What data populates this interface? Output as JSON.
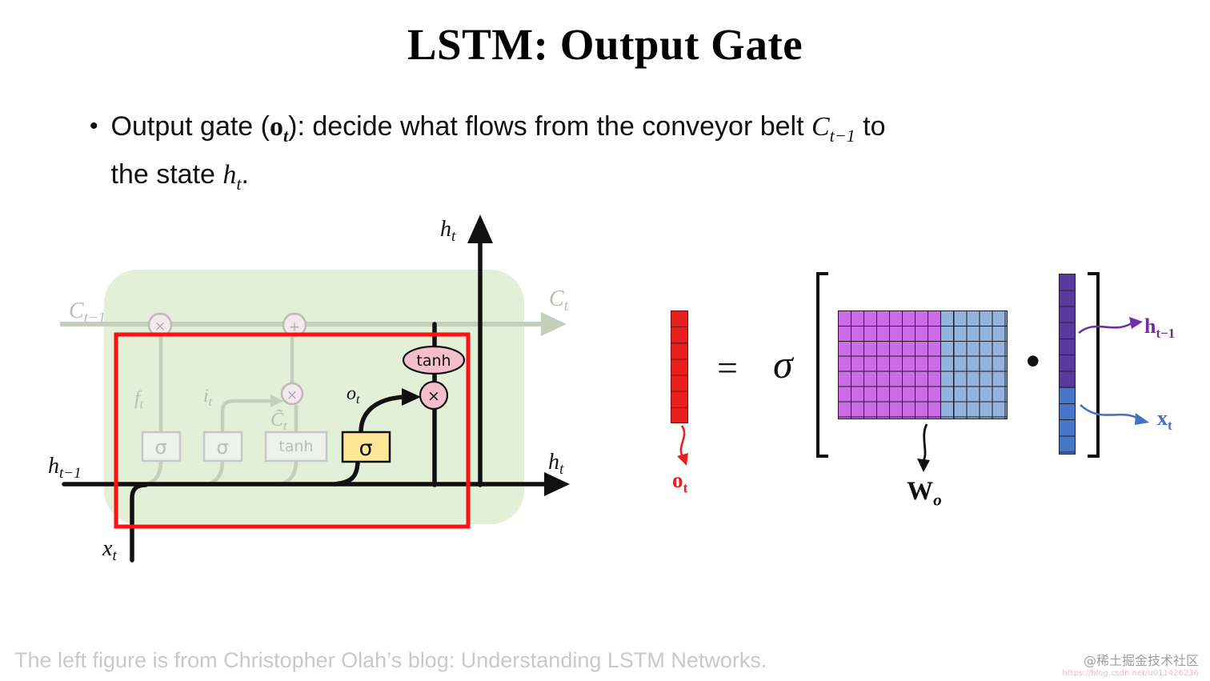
{
  "title": "LSTM: Output Gate",
  "bullet": {
    "marker": "•",
    "t1": "Output gate (",
    "o": "o",
    "o_sub": "t",
    "t2": "): decide what flows from the conveyor belt ",
    "C": "C",
    "C_sub": "t−1",
    "t3": " to",
    "t4": "the state ",
    "h": "h",
    "h_sub": "t",
    "t5": "."
  },
  "diagram": {
    "h_top": "h",
    "h_top_sub": "t",
    "C_prev": "C",
    "C_prev_sub": "t−1",
    "C_next": "C",
    "C_next_sub": "t",
    "f": "f",
    "f_sub": "t",
    "i": "i",
    "i_sub": "t",
    "C_tilde": "C̃",
    "C_tilde_sub": "t",
    "o": "o",
    "o_sub": "t",
    "h_prev": "h",
    "h_prev_sub": "t−1",
    "h_right": "h",
    "h_right_sub": "t",
    "x_in": "x",
    "x_in_sub": "t",
    "sigma": "σ",
    "tanh": "tanh",
    "times": "×",
    "plus": "+"
  },
  "equation": {
    "o": "o",
    "o_sub": "t",
    "equals": "=",
    "sigma": "σ",
    "W": "W",
    "W_sub": "o",
    "dot": "•",
    "h": "h",
    "h_sub": "t−1",
    "x": "x",
    "x_sub": "t"
  },
  "footer": {
    "attribution": "The left figure is from Christopher Olah’s blog: Understanding LSTM Networks."
  },
  "watermark": {
    "handle": "@稀土掘金技术社区",
    "url": "https://blog.csdn.net/u011426236"
  },
  "colors": {
    "highlight_red": "#ff1111",
    "vector_red": "#e8201d",
    "matrix_magenta": "#cb6ce6",
    "matrix_blue": "#94b3dc",
    "vector_purple": "#5b3a9e",
    "vector_blue": "#4876c8",
    "label_purple": "#7030a0",
    "label_blue": "#4472c4",
    "cell_green": "#e2f0d8",
    "sigma_yellow": "#ffe699",
    "gate_pink": "#f5bfca"
  }
}
